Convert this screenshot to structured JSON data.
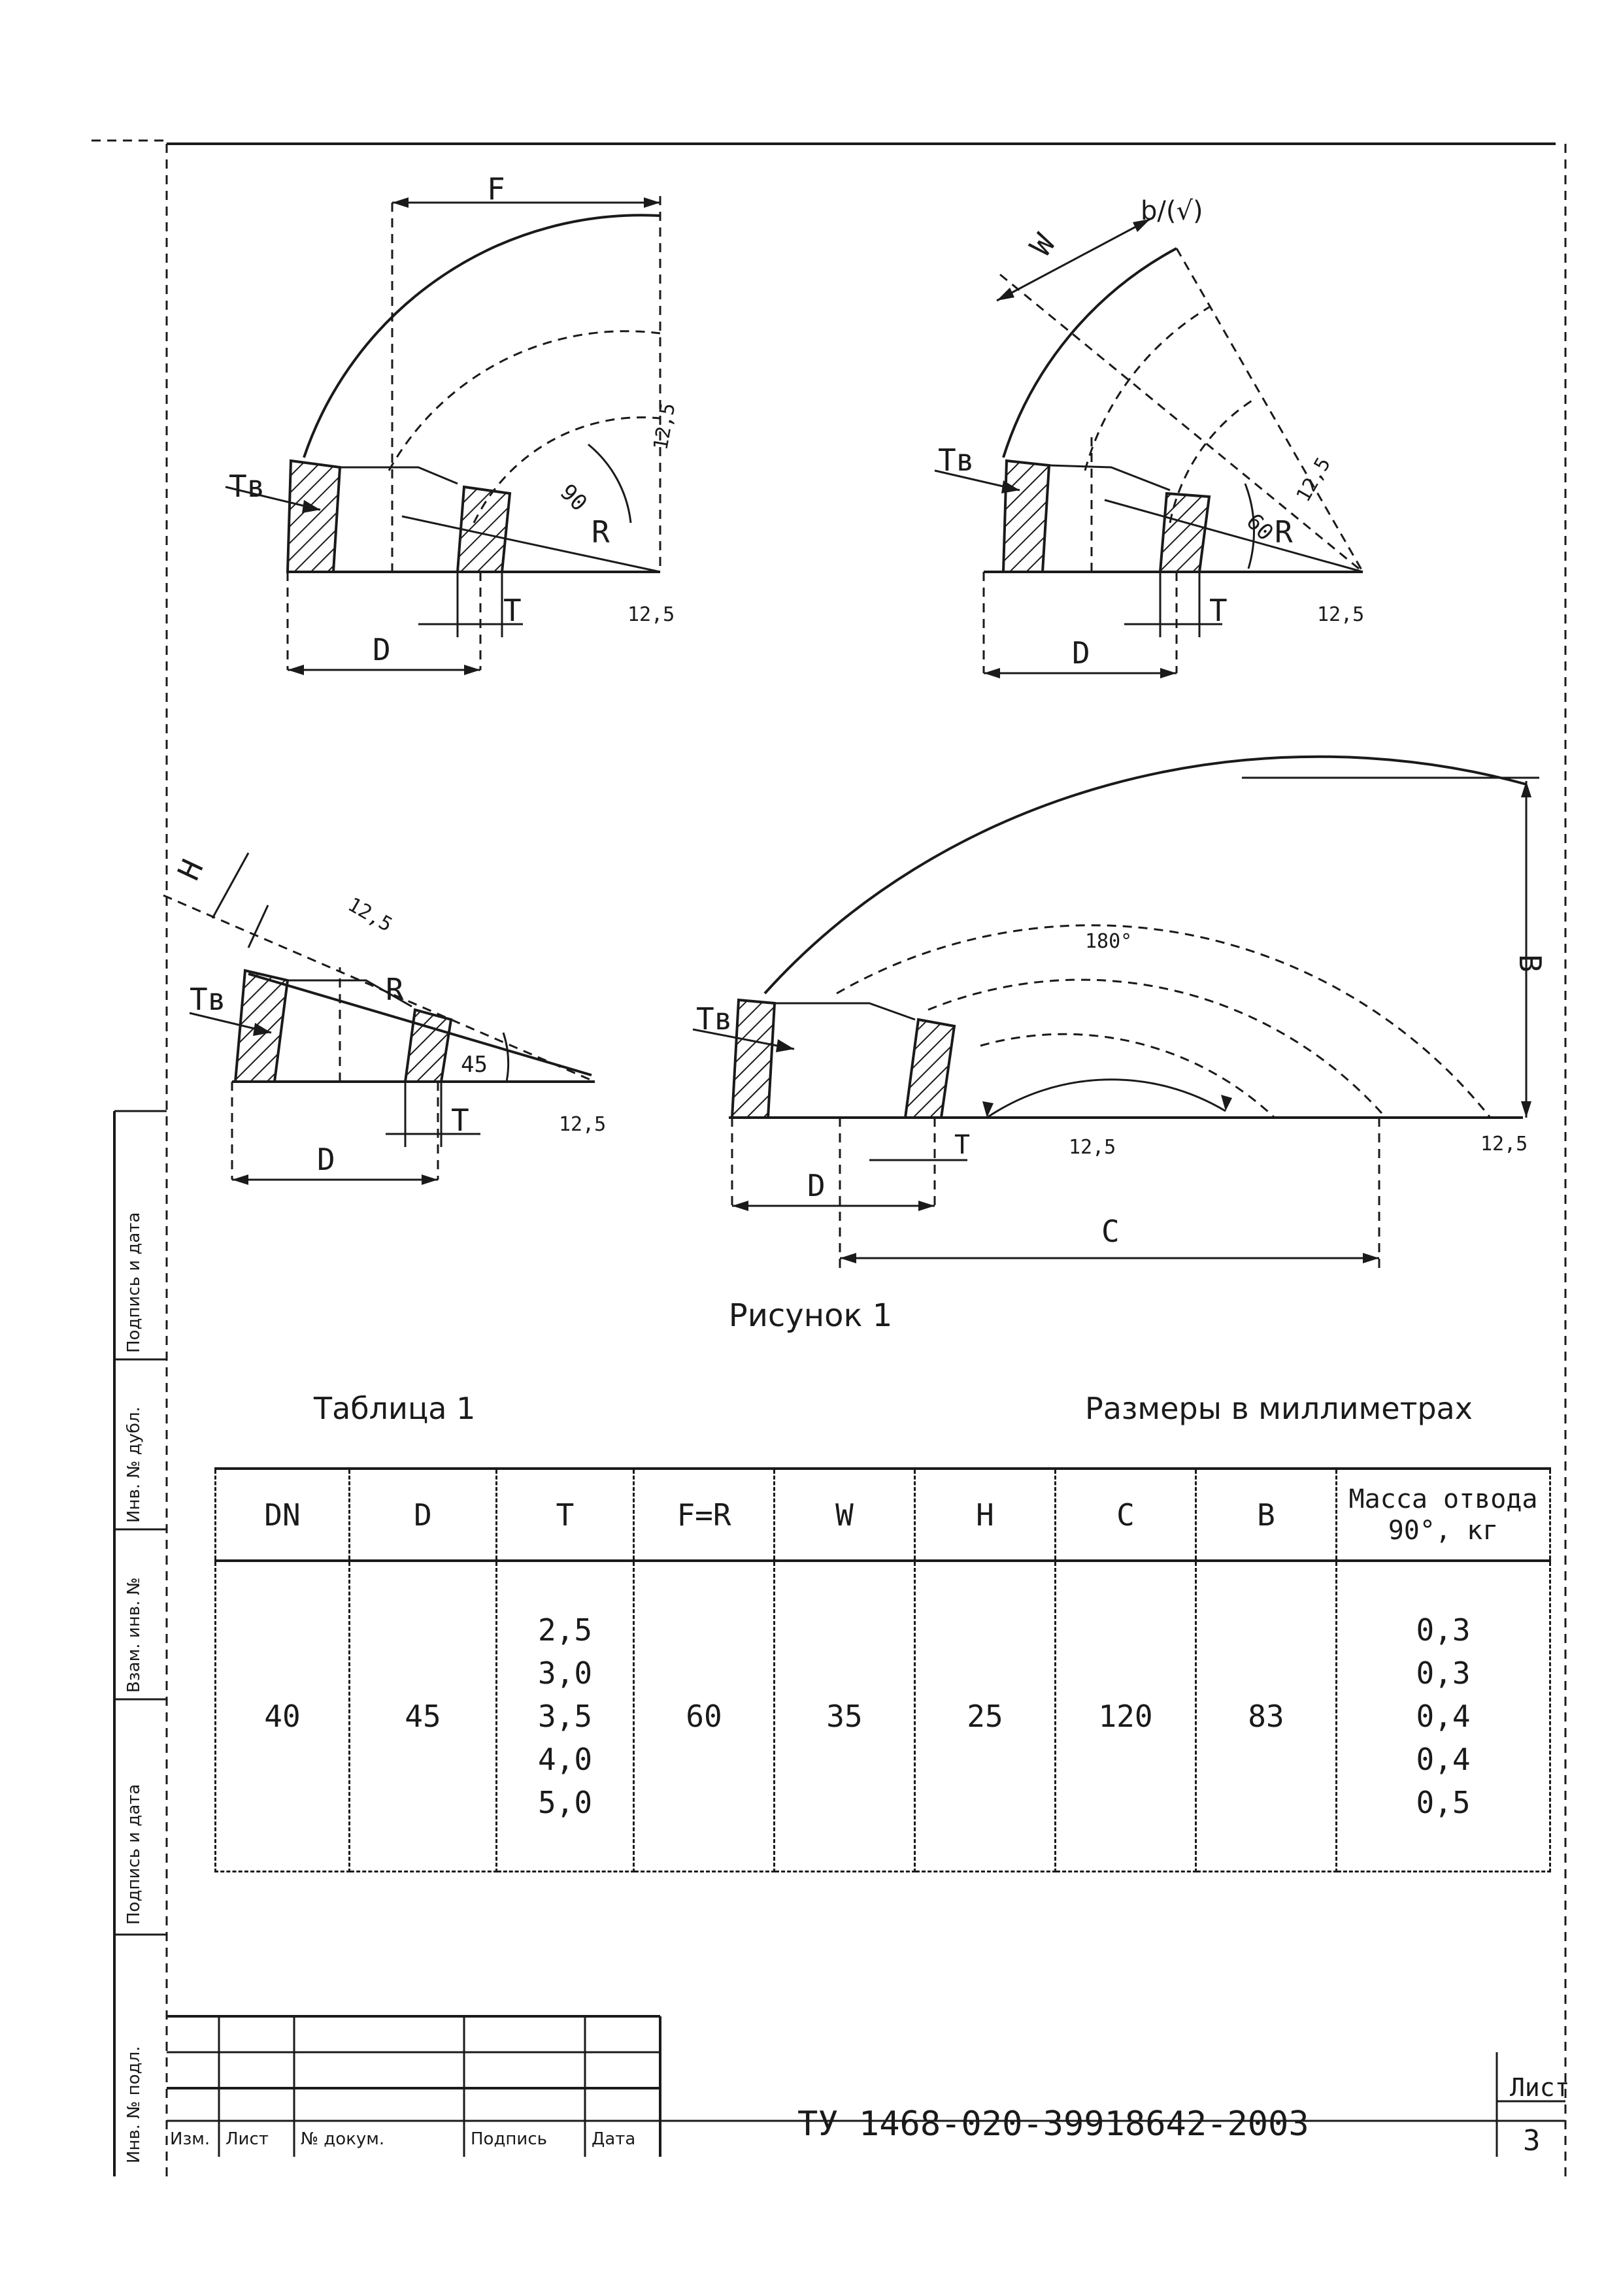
{
  "figure": {
    "caption": "Рисунок 1",
    "corner_mark": "b/(√)",
    "labels": {
      "F": "F",
      "D": "D",
      "T": "T",
      "Tb": "Tв",
      "R": "R",
      "W": "W",
      "H": "H",
      "B": "B",
      "C": "C",
      "angle90": "90",
      "angle60": "60",
      "angle45": "45",
      "angle180": "180°",
      "roughness": "12,5"
    }
  },
  "table": {
    "title": "Таблица 1",
    "units_note": "Размеры в миллиметрах",
    "headers": [
      "DN",
      "D",
      "T",
      "F=R",
      "W",
      "H",
      "C",
      "B",
      "Масса отвода 90°, кг"
    ],
    "row": {
      "dn": "40",
      "d": "45",
      "t": [
        "2,5",
        "3,0",
        "3,5",
        "4,0",
        "5,0"
      ],
      "fr": "60",
      "w": "35",
      "h": "25",
      "c": "120",
      "b": "83",
      "mass": [
        "0,3",
        "0,3",
        "0,4",
        "0,4",
        "0,5"
      ]
    }
  },
  "title_block": {
    "doc_number": "ТУ 1468-020-39918642-2003",
    "sheet_label": "Лист",
    "sheet_number": "3",
    "columns": [
      "Изм.",
      "Лист",
      "№ докум.",
      "Подпись",
      "Дата"
    ]
  },
  "margin_stamps": [
    "Инв. № подл.",
    "Подпись и дата",
    "Взам. инв. №",
    "Инв. № дубл.",
    "Подпись и дата"
  ]
}
